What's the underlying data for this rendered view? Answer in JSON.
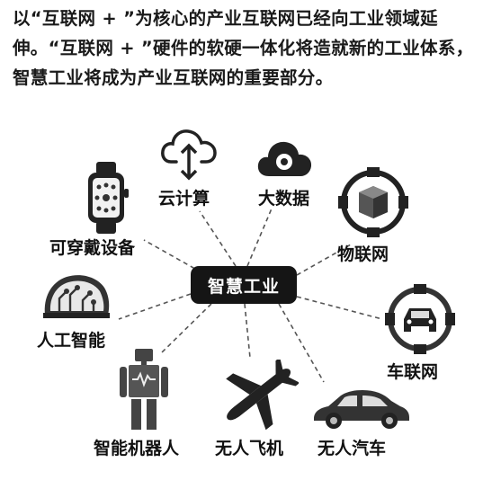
{
  "intro_text": "以“互联网 + ”为核心的产业互联网已经向工业领域延伸。“互联网 + ”硬件的软硬一体化将造就新的工业体系，智慧工业将成为产业互联网的重要部分。",
  "hub": {
    "label": "智慧工业"
  },
  "nodes": {
    "cloud_computing": "云计算",
    "big_data": "大数据",
    "wearables": "可穿戴设备",
    "iot": "物联网",
    "ai": "人工智能",
    "vehicle_network": "车联网",
    "robot": "智能机器人",
    "drone": "无人飞机",
    "self_driving_car": "无人汽车"
  },
  "colors": {
    "ink": "#151515",
    "line": "#555555",
    "bg": "#ffffff"
  }
}
